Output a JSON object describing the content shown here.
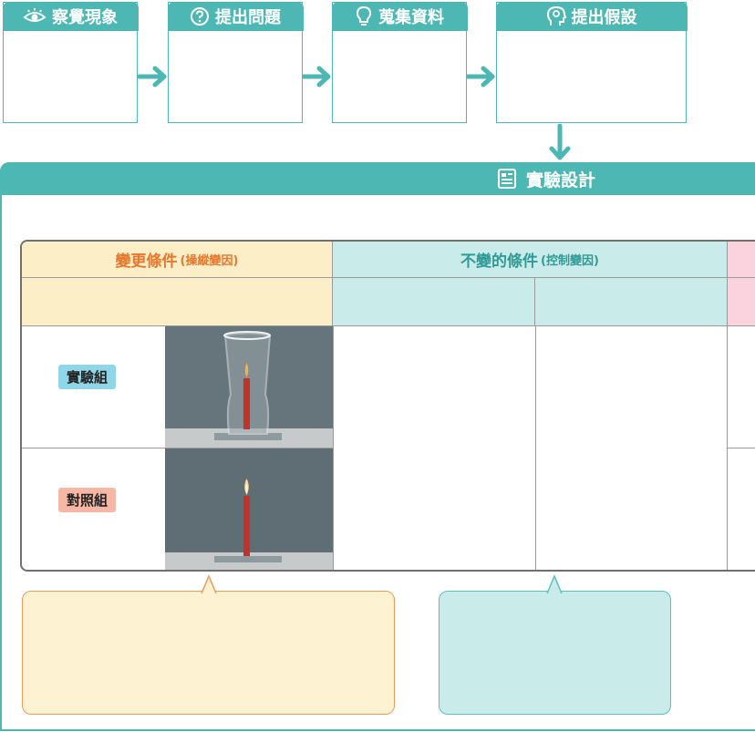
{
  "steps": [
    {
      "label": "察覺現象",
      "icon": "eye-icon"
    },
    {
      "label": "提出問題",
      "icon": "question-icon"
    },
    {
      "label": "蒐集資料",
      "icon": "lightbulb-icon"
    },
    {
      "label": "提出假設",
      "icon": "head-icon"
    }
  ],
  "design": {
    "title": "實驗設計",
    "icon": "document-icon"
  },
  "table": {
    "manipulated": {
      "title": "變更條件",
      "note": "(操縱變因)"
    },
    "controlled": {
      "title": "不變的條件",
      "note": "(控制變因)"
    },
    "rows": [
      {
        "label": "實驗組",
        "photo": "candle-covered-by-glass",
        "color": "#8fd7e8"
      },
      {
        "label": "對照組",
        "photo": "candle-burning-open",
        "color": "#f6b7a5"
      }
    ]
  },
  "colors": {
    "teal": "#4db8b3",
    "orange": "#e8772e",
    "cream": "#fcefc8",
    "light_teal": "#c9ecea",
    "pink": "#fbd3de"
  }
}
